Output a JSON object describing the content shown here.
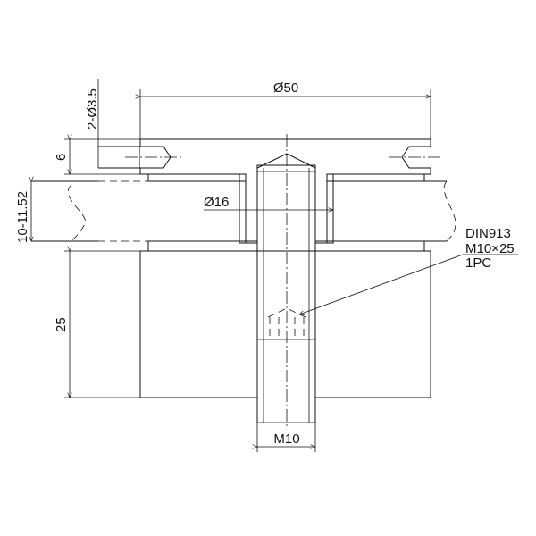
{
  "drawing": {
    "dimensions": {
      "outer_diameter": "Ø50",
      "hole_spec": "2-Ø3.5",
      "cap_thickness": "6",
      "glass_thickness": "10-11.52",
      "base_height": "25",
      "bore_diameter": "Ø16",
      "thread": "M10"
    },
    "callout": {
      "line1": "DIN913",
      "line2": "M10×25",
      "line3": "1PC"
    },
    "colors": {
      "ink": "#111111",
      "background": "#ffffff"
    }
  }
}
